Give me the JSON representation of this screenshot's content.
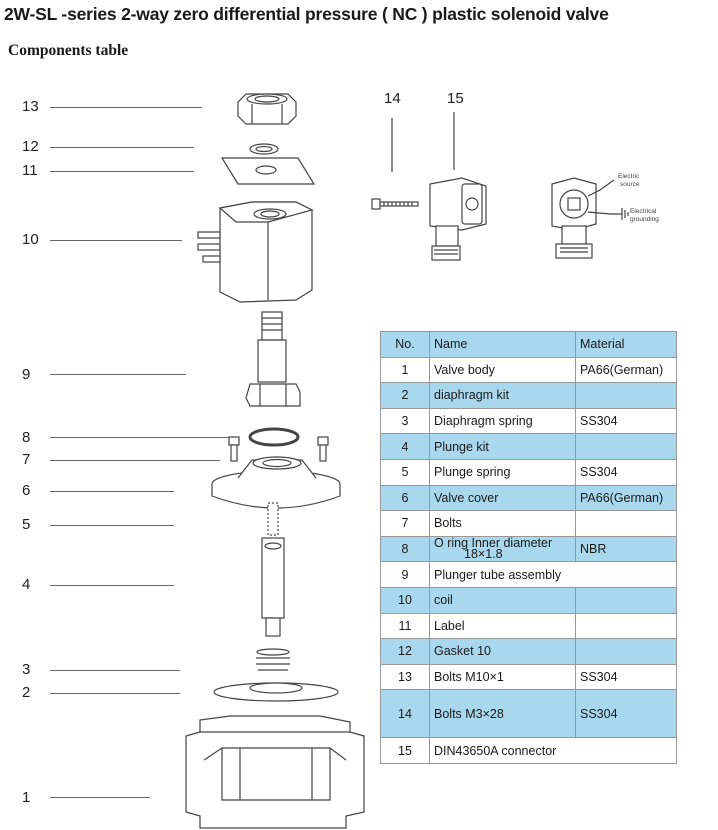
{
  "title": "2W-SL -series 2-way zero differential pressure ( NC ) plastic solenoid valve",
  "subtitle": "Components table",
  "labels": {
    "n13": "13",
    "n12": "12",
    "n11": "11",
    "n10": "10",
    "n9": "9",
    "n8": "8",
    "n7": "7",
    "n6": "6",
    "n5": "5",
    "n4": "4",
    "n3": "3",
    "n2": "2",
    "n1": "1",
    "n14": "14",
    "n15": "15"
  },
  "connector_labels": {
    "electric_source_line1": "Electric",
    "electric_source_line2": "source",
    "grounding_line1": "Electrical",
    "grounding_line2": "grounding"
  },
  "table": {
    "headers": {
      "no": "No.",
      "name": "Name",
      "material": "Material"
    },
    "rows": [
      {
        "no": "1",
        "name": "Valve body",
        "material": "PA66(German)"
      },
      {
        "no": "2",
        "name": "diaphragm kit",
        "material": ""
      },
      {
        "no": "3",
        "name": "Diaphragm spring",
        "material": "SS304"
      },
      {
        "no": "4",
        "name": "Plunge kit",
        "material": ""
      },
      {
        "no": "5",
        "name": "Plunge spring",
        "material": "SS304"
      },
      {
        "no": "6",
        "name": "Valve cover",
        "material": "PA66(German)"
      },
      {
        "no": "7",
        "name": "Bolts",
        "material": ""
      },
      {
        "no": "8",
        "name_line1": "O ring Inner diameter",
        "name_line2": "18×1.8",
        "material": "NBR"
      },
      {
        "no": "9",
        "name": "Plunger tube assembly",
        "material": ""
      },
      {
        "no": "10",
        "name": "coil",
        "material": ""
      },
      {
        "no": "11",
        "name": "Label",
        "material": ""
      },
      {
        "no": "12",
        "name": "Gasket 10",
        "material": ""
      },
      {
        "no": "13",
        "name": "Bolts M10×1",
        "material": "SS304"
      },
      {
        "no": "14",
        "name": "Bolts M3×28",
        "material": "SS304"
      },
      {
        "no": "15",
        "name": "DIN43650A connector",
        "material": ""
      }
    ]
  },
  "colors": {
    "header_blue": "#a9d8ee",
    "part_fill": "#ffffff",
    "line": "#555555"
  }
}
